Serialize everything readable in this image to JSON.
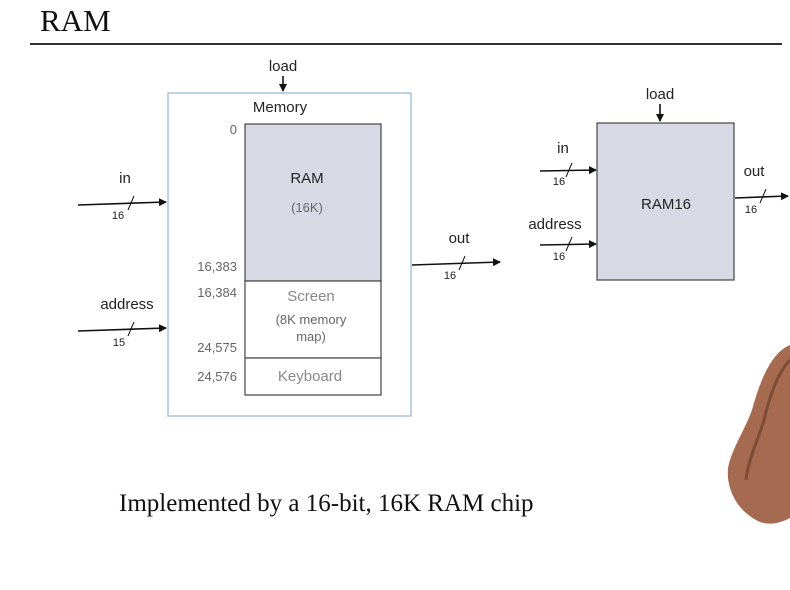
{
  "title": "RAM",
  "caption": "Implemented by a 16-bit, 16K RAM chip",
  "memory": {
    "title": "Memory",
    "load": "load",
    "in_label": "in",
    "in_width": "16",
    "address_label": "address",
    "address_width": "15",
    "out_label": "out",
    "out_width": "16",
    "addresses": {
      "a0": "0",
      "a16383": "16,383",
      "a16384": "16,384",
      "a24575": "24,575",
      "a24576": "24,576"
    },
    "ram": {
      "name": "RAM",
      "size": "(16K)"
    },
    "screen": {
      "name": "Screen",
      "line1": "(8K memory",
      "line2": "map)"
    },
    "keyboard": "Keyboard"
  },
  "ram16": {
    "name": "RAM16",
    "load": "load",
    "in_label": "in",
    "in_width": "16",
    "address_label": "address",
    "address_width": "16",
    "out_label": "out",
    "out_width": "16"
  },
  "colors": {
    "chip_fill": "#d9d9e6",
    "frame": "#a9c4df",
    "wire": "#111111"
  }
}
